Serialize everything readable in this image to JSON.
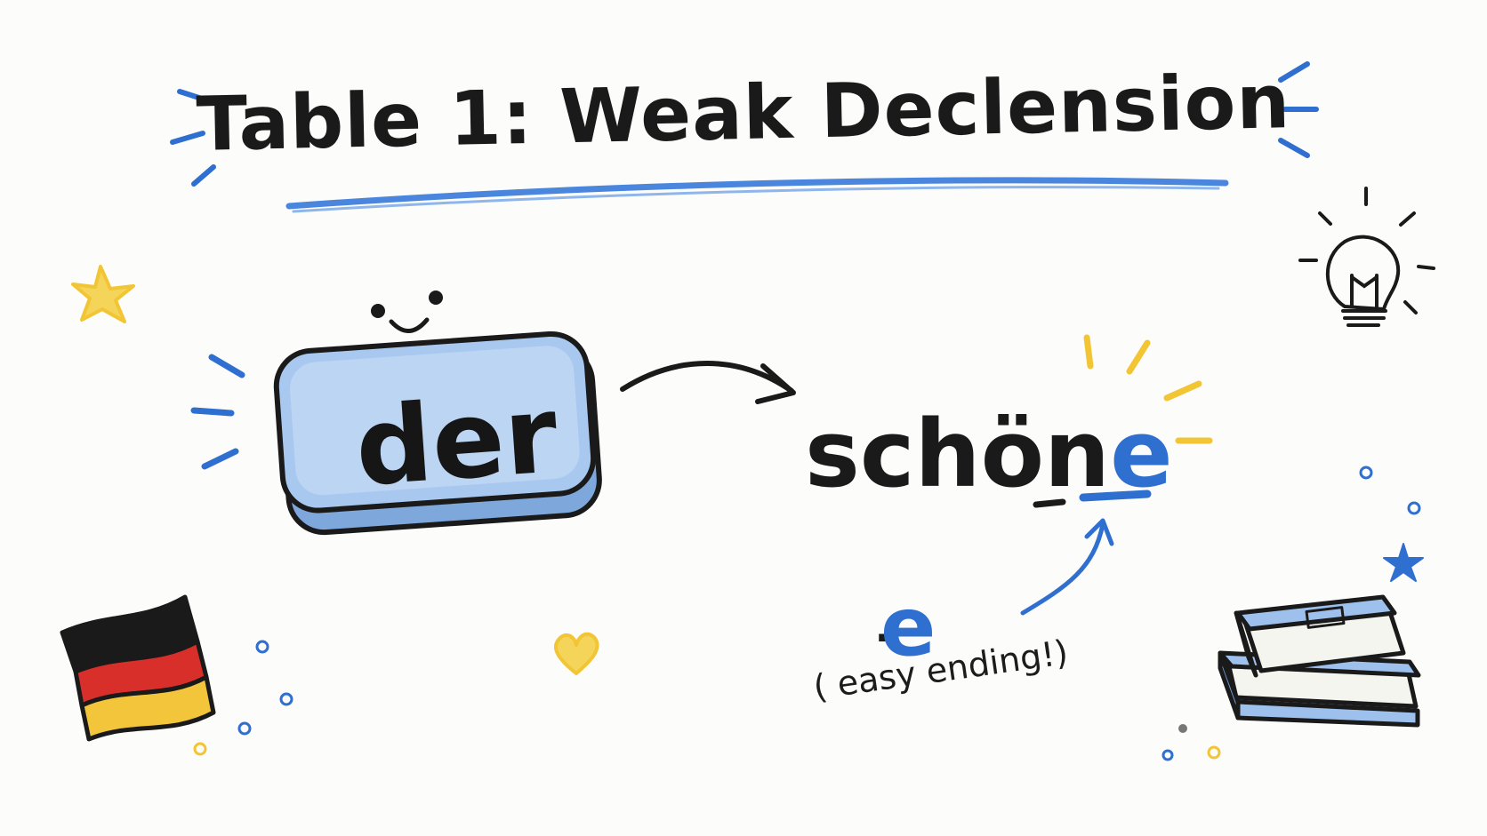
{
  "title": "Table 1: Weak Declension",
  "article": "der",
  "adjective": {
    "stem": "schön",
    "ending": "e"
  },
  "ending_label": {
    "dash": "-",
    "ending": "e"
  },
  "note": "( easy ending!)",
  "colors": {
    "blue": "#2f6fd0",
    "light_blue": "#a9c8ef",
    "yellow": "#f2c534",
    "ink": "#1a1a1a",
    "flag_black": "#1a1a1a",
    "flag_red": "#d92f2a",
    "flag_gold": "#f3c53a"
  },
  "icons": [
    "star-icon",
    "smiley-icon",
    "lightbulb-icon",
    "german-flag-icon",
    "heart-icon",
    "books-icon",
    "arrow-icon"
  ]
}
